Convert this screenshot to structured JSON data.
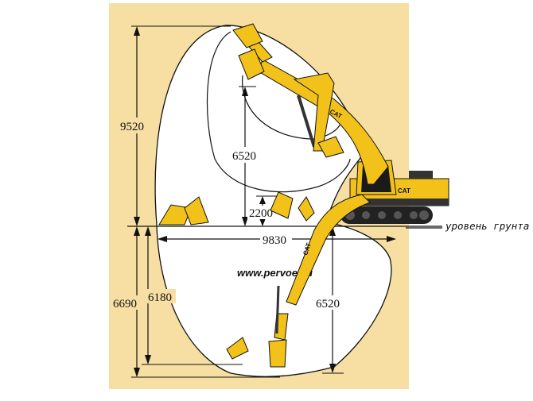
{
  "colors": {
    "background_panel": "#f7dfa3",
    "machine_yellow": "#f2c21b",
    "machine_dark": "#222222",
    "envelope_fill": "#ffffff",
    "line": "#111111"
  },
  "labels": {
    "max_reach_height": "9520",
    "dump_height": "6520",
    "ground_clearance": "2200",
    "reach_at_ground": "9830",
    "max_dig_depth": "6690",
    "dig_depth_2": "6180",
    "vertical_wall_depth": "6520",
    "ground_level": "уровень грунта",
    "website": "www.pervoe.su",
    "brand_upper": "CAT",
    "brand_cab": "CAT",
    "brand_lower": "CAT"
  },
  "icons": {
    "machine": "excavator-icon",
    "bucket": "bucket-icon"
  }
}
